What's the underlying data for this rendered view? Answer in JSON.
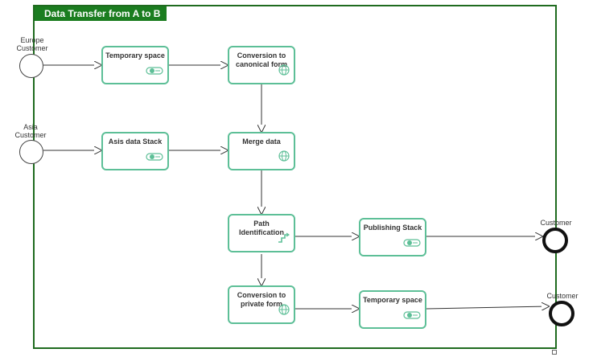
{
  "pool": {
    "title": "Data Transfer from A to B"
  },
  "start_events": {
    "europe": "Europe\nCustomer",
    "asia": "Asia\nCustomer"
  },
  "tasks": {
    "temp_space_1": "Temporary space",
    "conversion_canonical": "Conversion to canonical form",
    "asis_data_stack": "Asis data Stack",
    "merge_data": "Merge data",
    "path_identification": "Path Identification",
    "publishing_stack": "Publishing Stack",
    "conversion_private": "Conversion to private form",
    "temp_space_2": "Temporary space"
  },
  "end_events": {
    "customer_1": "Customer",
    "customer_2": "Customer"
  },
  "icons": {
    "datastore": "toggle-icon",
    "service": "globe-icon",
    "gateway": "route-icon"
  },
  "colors": {
    "pool_header": "#1b7d20",
    "task_border": "#5dbf97"
  }
}
